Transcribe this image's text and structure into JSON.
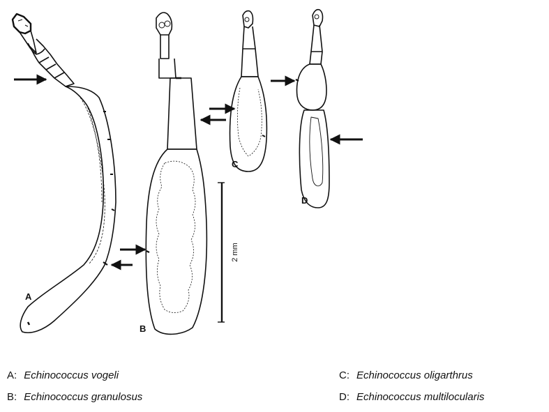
{
  "specimens": [
    {
      "letter": "A",
      "name": "Echinococcus vogeli"
    },
    {
      "letter": "B",
      "name": "Echinococcus granulosus"
    },
    {
      "letter": "C",
      "name": "Echinococcus oligarthrus"
    },
    {
      "letter": "D",
      "name": "Echinococcus multilocularis"
    }
  ],
  "legend_separator": ":",
  "scale_bar": {
    "label": "2 mm"
  },
  "colors": {
    "ink": "#111111",
    "background": "#ffffff"
  }
}
